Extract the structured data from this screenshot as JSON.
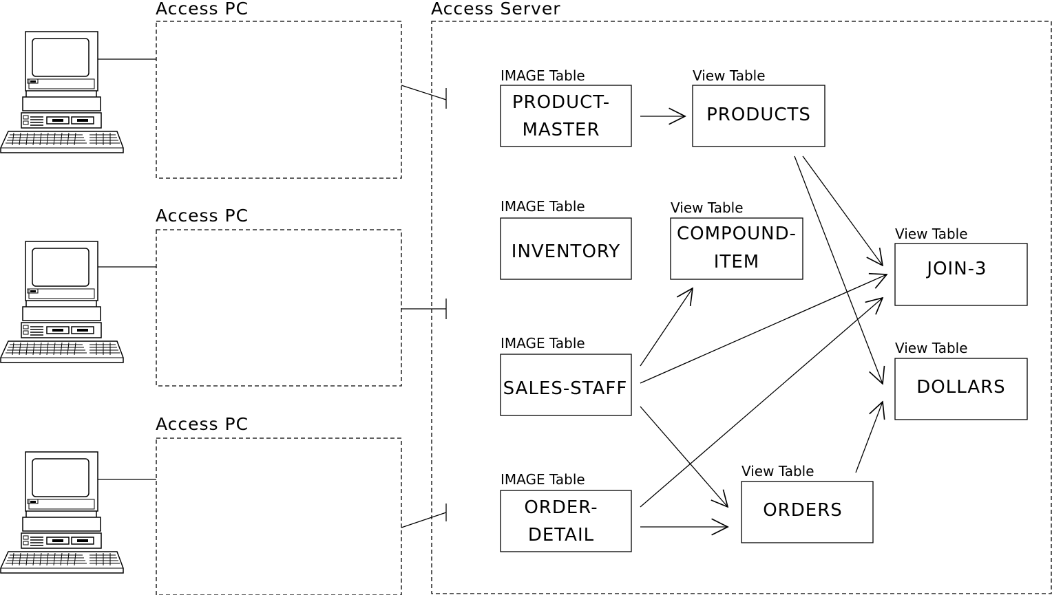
{
  "colors": {
    "line": "#000000",
    "background": "#ffffff"
  },
  "pcs": [
    {
      "label": "Access PC",
      "icon": "desktop-computer-icon"
    },
    {
      "label": "Access PC",
      "icon": "desktop-computer-icon"
    },
    {
      "label": "Access PC",
      "icon": "desktop-computer-icon"
    }
  ],
  "server": {
    "label": "Access Server"
  },
  "tables": {
    "product_master": {
      "kind": "IMAGE Table",
      "lines": [
        "PRODUCT-",
        "MASTER"
      ]
    },
    "inventory": {
      "kind": "IMAGE Table",
      "lines": [
        "INVENTORY"
      ]
    },
    "sales_staff": {
      "kind": "IMAGE Table",
      "lines": [
        "SALES-STAFF"
      ]
    },
    "order_detail": {
      "kind": "IMAGE Table",
      "lines": [
        "ORDER-",
        "DETAIL"
      ]
    },
    "products": {
      "kind": "View Table",
      "lines": [
        "PRODUCTS"
      ]
    },
    "compound_item": {
      "kind": "View Table",
      "lines": [
        "COMPOUND-",
        "ITEM"
      ]
    },
    "orders": {
      "kind": "View Table",
      "lines": [
        "ORDERS"
      ]
    },
    "join3": {
      "kind": "View Table",
      "lines": [
        "JOIN-3"
      ]
    },
    "dollars": {
      "kind": "View Table",
      "lines": [
        "DOLLARS"
      ]
    }
  },
  "edges": [
    {
      "from": "product_master",
      "to": "products"
    },
    {
      "from": "products",
      "to": "join3"
    },
    {
      "from": "products",
      "to": "dollars"
    },
    {
      "from": "sales_staff",
      "to": "compound_item"
    },
    {
      "from": "sales_staff",
      "to": "join3"
    },
    {
      "from": "sales_staff",
      "to": "orders"
    },
    {
      "from": "order_detail",
      "to": "join3"
    },
    {
      "from": "order_detail",
      "to": "orders"
    },
    {
      "from": "orders",
      "to": "dollars"
    }
  ]
}
